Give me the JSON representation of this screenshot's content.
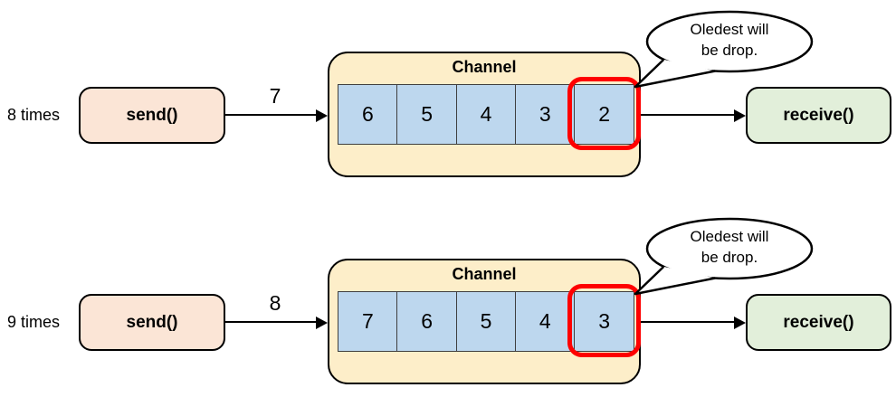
{
  "colors": {
    "send_fill": "#fbe5d6",
    "channel_fill": "#fdeec9",
    "cell_fill": "#bdd7ee",
    "receive_fill": "#e2efda",
    "highlight": "#fe0000",
    "callout_fill": "#ffffff",
    "line": "#000000"
  },
  "rows": [
    {
      "times_label": "8 times",
      "send_label": "send()",
      "arrow_label": "7",
      "channel_title": "Channel",
      "cells": [
        "6",
        "5",
        "4",
        "3",
        "2"
      ],
      "callout": {
        "line1": "Oledest will",
        "line2": "be drop."
      },
      "receive_label": "receive()"
    },
    {
      "times_label": "9 times",
      "send_label": "send()",
      "arrow_label": "8",
      "channel_title": "Channel",
      "cells": [
        "7",
        "6",
        "5",
        "4",
        "3"
      ],
      "callout": {
        "line1": "Oledest will",
        "line2": "be drop."
      },
      "receive_label": "receive()"
    }
  ]
}
